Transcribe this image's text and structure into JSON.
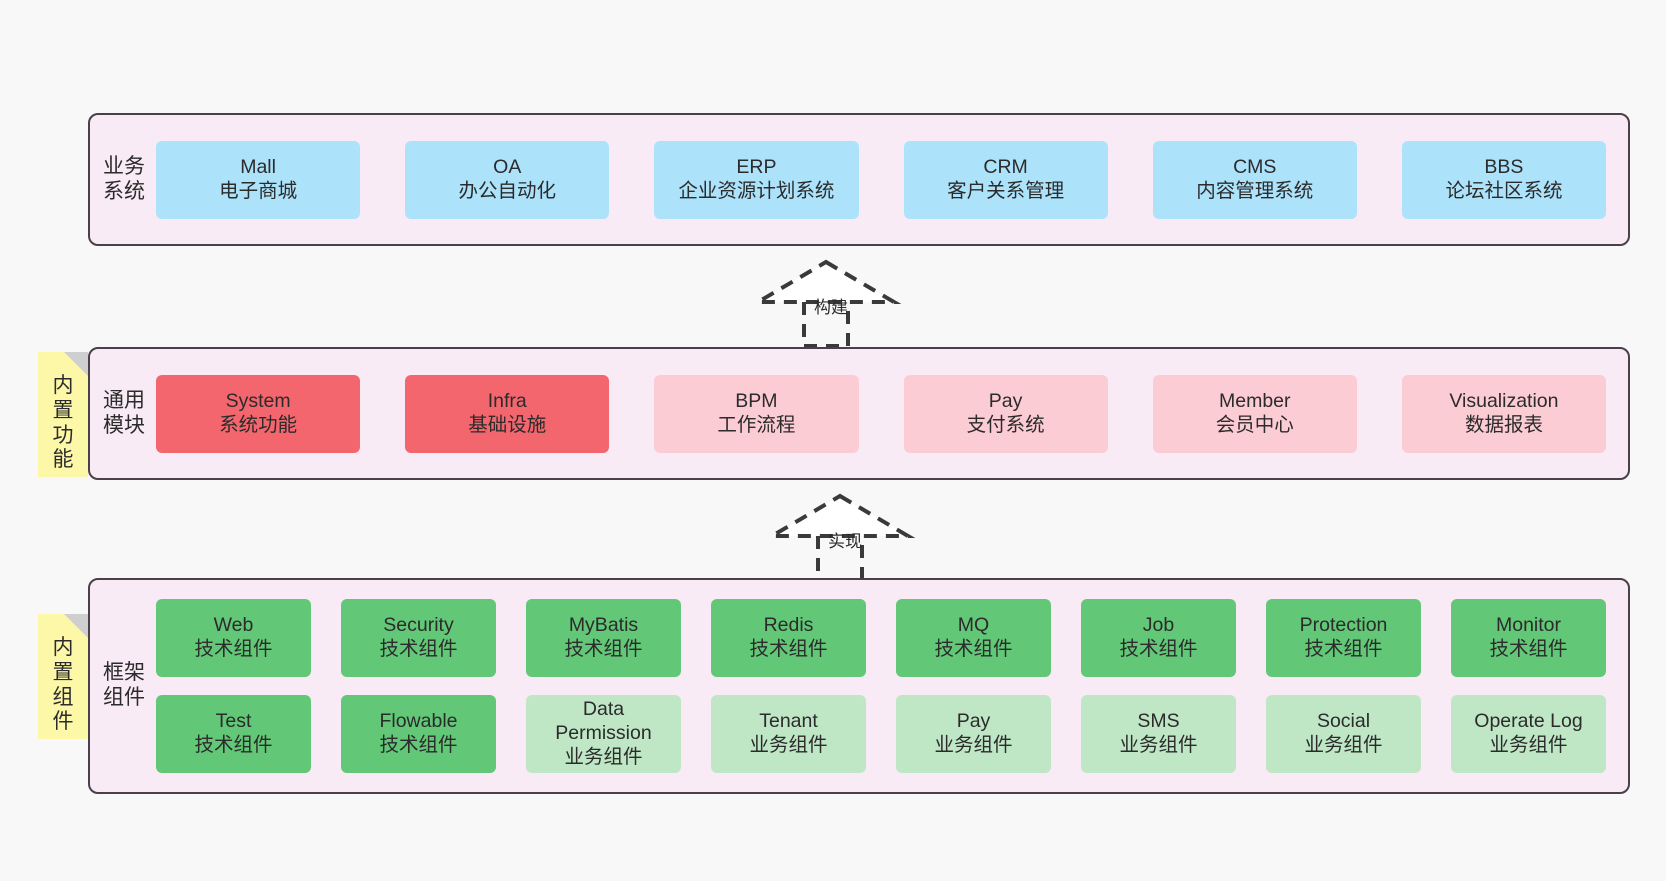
{
  "diagram": {
    "type": "layered-architecture",
    "background_color": "#f8f8f8",
    "layer_fill": "#f8ebf5",
    "layer_border": "#4a404a"
  },
  "layers": [
    {
      "id": "business-systems",
      "title": "业务系统",
      "cells": [
        {
          "name": "Mall",
          "desc": "电子商城",
          "color": "#ade2fb",
          "style": "blue"
        },
        {
          "name": "OA",
          "desc": "办公自动化",
          "color": "#ade2fb",
          "style": "blue"
        },
        {
          "name": "ERP",
          "desc": "企业资源计划系统",
          "color": "#ade2fb",
          "style": "blue"
        },
        {
          "name": "CRM",
          "desc": "客户关系管理",
          "color": "#ade2fb",
          "style": "blue"
        },
        {
          "name": "CMS",
          "desc": "内容管理系统",
          "color": "#ade2fb",
          "style": "blue"
        },
        {
          "name": "BBS",
          "desc": "论坛社区系统",
          "color": "#ade2fb",
          "style": "blue"
        }
      ]
    },
    {
      "id": "common-modules",
      "title": "通用模块",
      "note": "内置功能",
      "cells": [
        {
          "name": "System",
          "desc": "系统功能",
          "color": "#f4666e",
          "style": "red"
        },
        {
          "name": "Infra",
          "desc": "基础设施",
          "color": "#f4666e",
          "style": "red"
        },
        {
          "name": "BPM",
          "desc": "工作流程",
          "color": "#fcccd4",
          "style": "pink"
        },
        {
          "name": "Pay",
          "desc": "支付系统",
          "color": "#fcccd4",
          "style": "pink"
        },
        {
          "name": "Member",
          "desc": "会员中心",
          "color": "#fcccd4",
          "style": "pink"
        },
        {
          "name": "Visualization",
          "desc": "数据报表",
          "color": "#fcccd4",
          "style": "pink"
        }
      ]
    },
    {
      "id": "framework-components",
      "title": "框架组件",
      "note": "内置组件",
      "rows": [
        [
          {
            "name": "Web",
            "desc": "技术组件",
            "color": "#62c777",
            "style": "green"
          },
          {
            "name": "Security",
            "desc": "技术组件",
            "color": "#62c777",
            "style": "green"
          },
          {
            "name": "MyBatis",
            "desc": "技术组件",
            "color": "#62c777",
            "style": "green"
          },
          {
            "name": "Redis",
            "desc": "技术组件",
            "color": "#62c777",
            "style": "green"
          },
          {
            "name": "MQ",
            "desc": "技术组件",
            "color": "#62c777",
            "style": "green"
          },
          {
            "name": "Job",
            "desc": "技术组件",
            "color": "#62c777",
            "style": "green"
          },
          {
            "name": "Protection",
            "desc": "技术组件",
            "color": "#62c777",
            "style": "green"
          },
          {
            "name": "Monitor",
            "desc": "技术组件",
            "color": "#62c777",
            "style": "green"
          }
        ],
        [
          {
            "name": "Test",
            "desc": "技术组件",
            "color": "#62c777",
            "style": "green"
          },
          {
            "name": "Flowable",
            "desc": "技术组件",
            "color": "#62c777",
            "style": "green"
          },
          {
            "name": "Data Permission",
            "desc": "业务组件",
            "color": "#bfe7c6",
            "style": "lightgreen"
          },
          {
            "name": "Tenant",
            "desc": "业务组件",
            "color": "#bfe7c6",
            "style": "lightgreen"
          },
          {
            "name": "Pay",
            "desc": "业务组件",
            "color": "#bfe7c6",
            "style": "lightgreen"
          },
          {
            "name": "SMS",
            "desc": "业务组件",
            "color": "#bfe7c6",
            "style": "lightgreen"
          },
          {
            "name": "Social",
            "desc": "业务组件",
            "color": "#bfe7c6",
            "style": "lightgreen"
          },
          {
            "name": "Operate Log",
            "desc": "业务组件",
            "color": "#bfe7c6",
            "style": "lightgreen"
          }
        ]
      ]
    }
  ],
  "connectors": [
    {
      "id": "build",
      "label": "构建",
      "from": "common-modules",
      "to": "business-systems"
    },
    {
      "id": "implement",
      "label": "实现",
      "from": "framework-components",
      "to": "common-modules"
    }
  ]
}
